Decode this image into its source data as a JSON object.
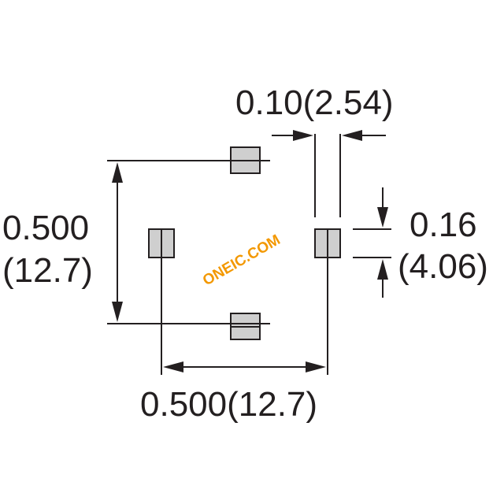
{
  "diagram": {
    "dims": {
      "pitch_top": "0.10(2.54)",
      "pad_height_in": "0.16",
      "pad_height_mm": "(4.06)",
      "vertical_in": "0.500",
      "vertical_mm": "(12.7)",
      "horizontal": "0.500(12.7)"
    },
    "watermark": "ONEIC.COM",
    "colors": {
      "line": "#231f20",
      "pad_fill": "#cfcfcf",
      "watermark": "#f39800",
      "background": "#ffffff"
    }
  }
}
